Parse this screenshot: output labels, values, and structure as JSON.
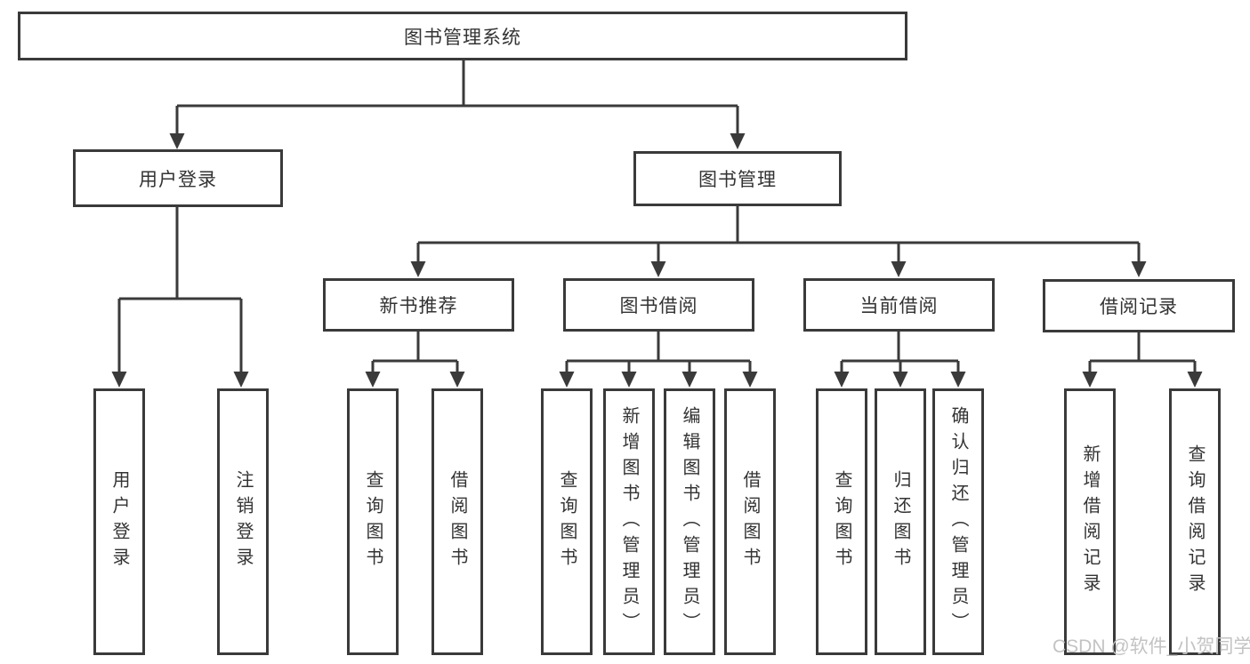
{
  "colors": {
    "line": "#3a3a3a",
    "text": "#333333",
    "background": "#ffffff",
    "watermark_color": "#c3c3c3"
  },
  "watermark": "CSDN @软件_小贺同学",
  "nodes": {
    "root": {
      "label": "图书管理系统"
    },
    "user_login": {
      "label": "用户登录"
    },
    "book_mgmt": {
      "label": "图书管理"
    },
    "new_rec": {
      "label": "新书推荐"
    },
    "borrow": {
      "label": "图书借阅"
    },
    "current": {
      "label": "当前借阅"
    },
    "record": {
      "label": "借阅记录"
    },
    "leaf_login": {
      "label": "用户登录"
    },
    "leaf_logout": {
      "label": "注销登录"
    },
    "leaf_rec_search": {
      "label": "查询图书"
    },
    "leaf_rec_borrow": {
      "label": "借阅图书"
    },
    "leaf_borrow_search": {
      "label": "查询图书"
    },
    "leaf_borrow_add": {
      "label": "新增图书（管理员）"
    },
    "leaf_borrow_edit": {
      "label": "编辑图书（管理员）"
    },
    "leaf_borrow_borrow": {
      "label": "借阅图书"
    },
    "leaf_cur_search": {
      "label": "查询图书"
    },
    "leaf_cur_return": {
      "label": "归还图书"
    },
    "leaf_cur_confirm": {
      "label": "确认归还（管理员）"
    },
    "leaf_record_add": {
      "label": "新增借阅记录"
    },
    "leaf_record_search": {
      "label": "查询借阅记录"
    }
  }
}
